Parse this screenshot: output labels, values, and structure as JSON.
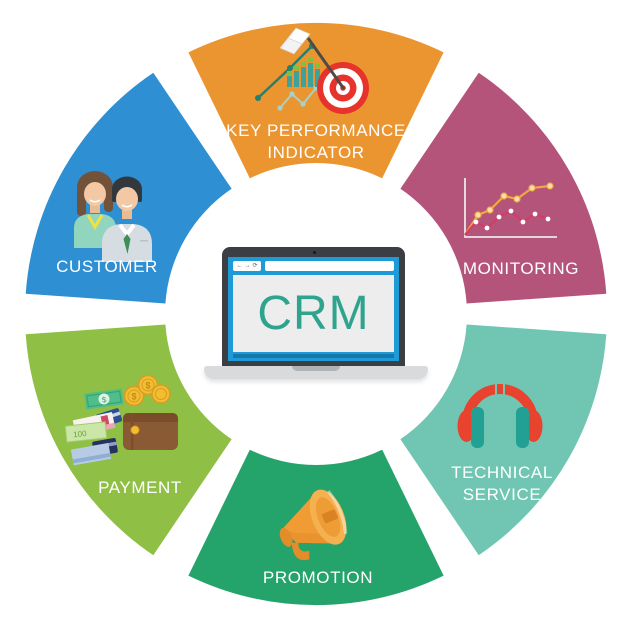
{
  "page": {
    "background": "#ffffff"
  },
  "center": {
    "label": "CRM",
    "label_color": "#2EA38E",
    "browser": {
      "back_icon": "←",
      "forward_icon": "→",
      "refresh_icon": "⟳"
    }
  },
  "segments": [
    {
      "id": "key-performance-indicator",
      "label_line1": "KEY PERFORMANCE",
      "label_line2": "INDICATOR",
      "color": "#EB9530",
      "icon": "target-dart-growth-chart-icon"
    },
    {
      "id": "monitoring",
      "label_line1": "MONITORING",
      "label_line2": "",
      "color": "#B4547B",
      "icon": "line-chart-icon"
    },
    {
      "id": "technical-service",
      "label_line1": "TECHNICAL",
      "label_line2": "SERVICE",
      "color": "#70C6B3",
      "icon": "headphones-icon"
    },
    {
      "id": "promotion",
      "label_line1": "PROMOTION",
      "label_line2": "",
      "color": "#24A36A",
      "icon": "megaphone-icon"
    },
    {
      "id": "payment",
      "label_line1": "PAYMENT",
      "label_line2": "",
      "color": "#90BF45",
      "icon": "wallet-money-icon",
      "note_text": "100",
      "currency_symbol": "$"
    },
    {
      "id": "customer",
      "label_line1": "CUSTOMER",
      "label_line2": "",
      "color": "#2E8FD3",
      "icon": "people-icon"
    }
  ]
}
